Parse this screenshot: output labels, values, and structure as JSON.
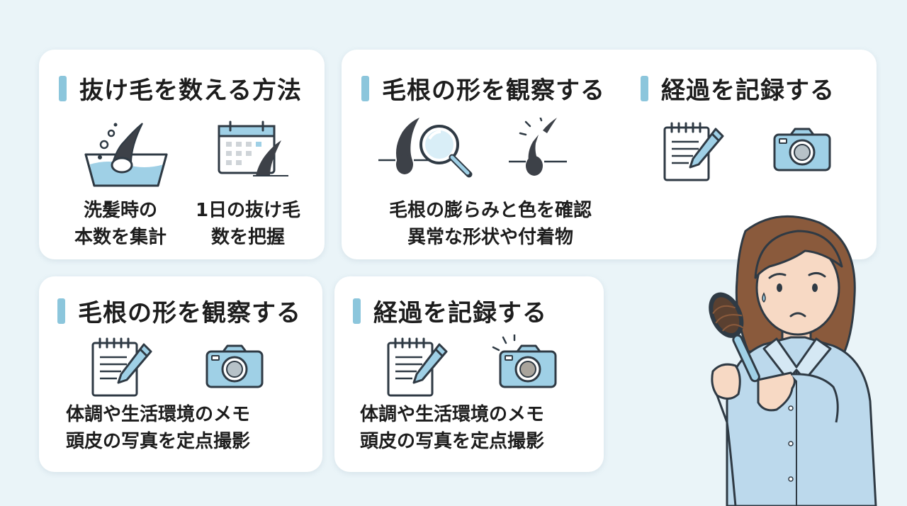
{
  "card1": {
    "title": "抜け毛を数える方法",
    "item1_line1": "洗髪時の",
    "item1_line2": "本数を集計",
    "item2_line1": "1日の抜け毛",
    "item2_line2": "数を把握"
  },
  "card2": {
    "title_a": "毛根の形を観察する",
    "title_b": "経過を記録する",
    "line1": "毛根の膨らみと色を確認",
    "line2": "異常な形状や付着物"
  },
  "card3": {
    "title": "毛根の形を観察する",
    "line1": "体調や生活環境のメモ",
    "line2": "頭皮の写真を定点撮影"
  },
  "card4": {
    "title": "経過を記録する",
    "line1": "体調や生活環境のメモ",
    "line2": "頭皮の写真を定点撮影"
  },
  "colors": {
    "accent": "#8cc6dc",
    "icon_fill": "#9fd0e6",
    "icon_stroke": "#2f3a44",
    "background": "#eaf4f8",
    "card": "#ffffff"
  },
  "icons": [
    "hair-wash-icon",
    "calendar-hair-icon",
    "hair-root-magnifier-icon",
    "broken-hair-icon",
    "notepad-pencil-icon",
    "camera-icon"
  ]
}
